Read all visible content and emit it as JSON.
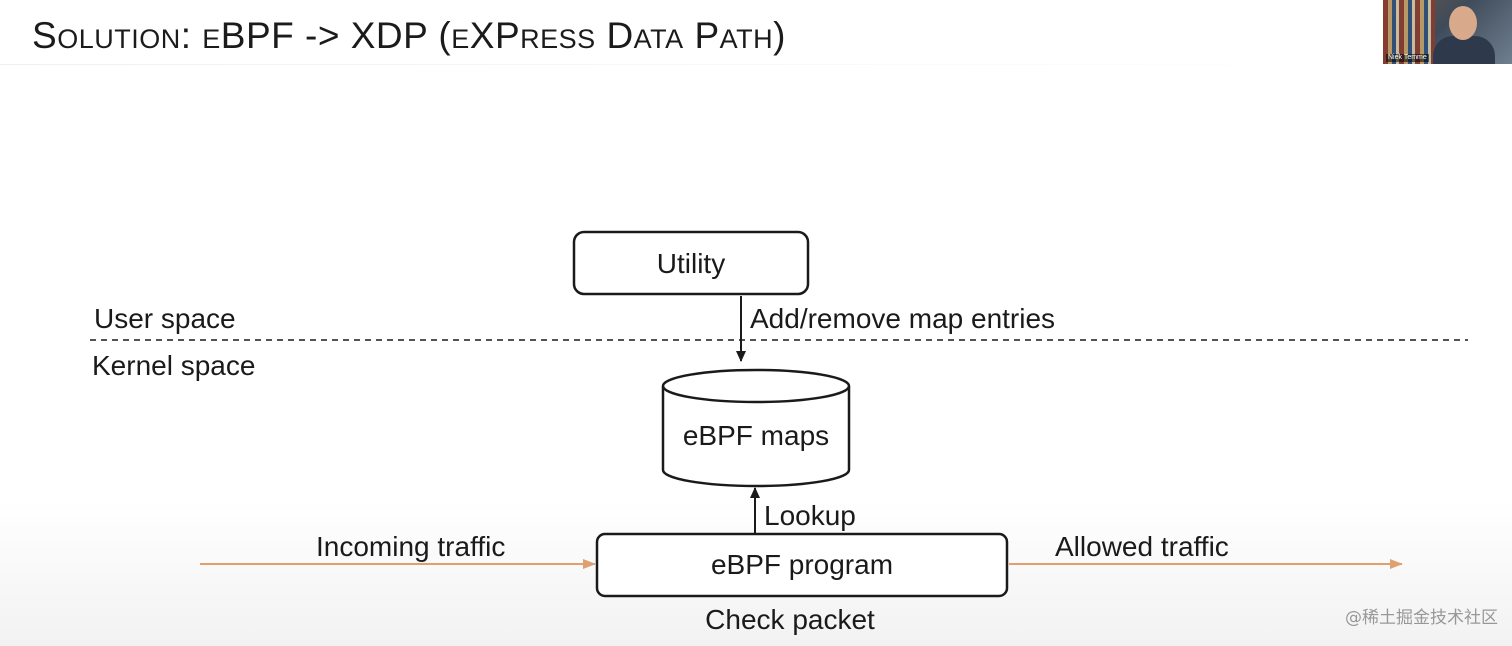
{
  "slide": {
    "title_parts": {
      "p1_cap": "S",
      "p1_small": "OLUTION",
      "p2": ": ",
      "p3_small": "E",
      "p4": "BPF -> XDP (",
      "p5_small": "E",
      "p6": "X",
      "p7": "P",
      "p8_small": "RESS",
      "p9": " D",
      "p10_small": "ATA",
      "p11": " P",
      "p12_small": "ATH",
      "p13": ")"
    }
  },
  "diagram": {
    "utility_box": "Utility",
    "user_space_label": "User space",
    "kernel_space_label": "Kernel space",
    "add_remove_label": "Add/remove map entries",
    "maps_cylinder": "eBPF maps",
    "lookup_label": "Lookup",
    "program_box": "eBPF program",
    "incoming_label": "Incoming traffic",
    "allowed_label": "Allowed traffic",
    "check_label": "Check packet"
  },
  "colors": {
    "traffic_arrow": "#e0a070",
    "line": "#1a1a1a"
  },
  "webcam": {
    "name": "Niek Temme"
  },
  "watermark": {
    "text": "@稀土掘金技术社区"
  }
}
